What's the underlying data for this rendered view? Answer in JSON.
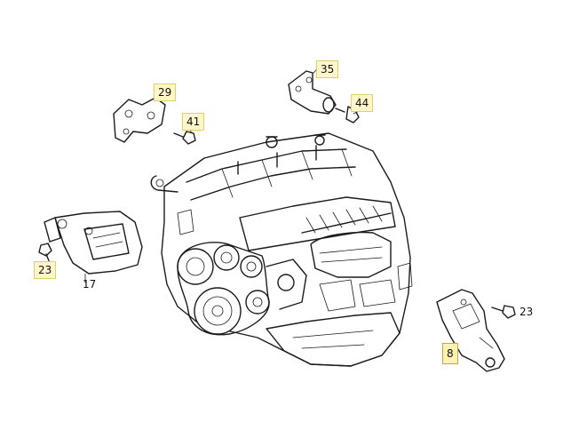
{
  "diagram": {
    "callouts": [
      {
        "id": "35",
        "label": "35",
        "style": "tinted"
      },
      {
        "id": "29",
        "label": "29",
        "style": "tinted"
      },
      {
        "id": "44",
        "label": "44",
        "style": "tinted"
      },
      {
        "id": "41",
        "label": "41",
        "style": "tinted"
      },
      {
        "id": "23a",
        "label": "23",
        "style": "tinted"
      },
      {
        "id": "17",
        "label": "17",
        "style": "plain"
      },
      {
        "id": "23b",
        "label": "23",
        "style": "plain"
      },
      {
        "id": "8",
        "label": "8",
        "style": "selected"
      }
    ]
  }
}
